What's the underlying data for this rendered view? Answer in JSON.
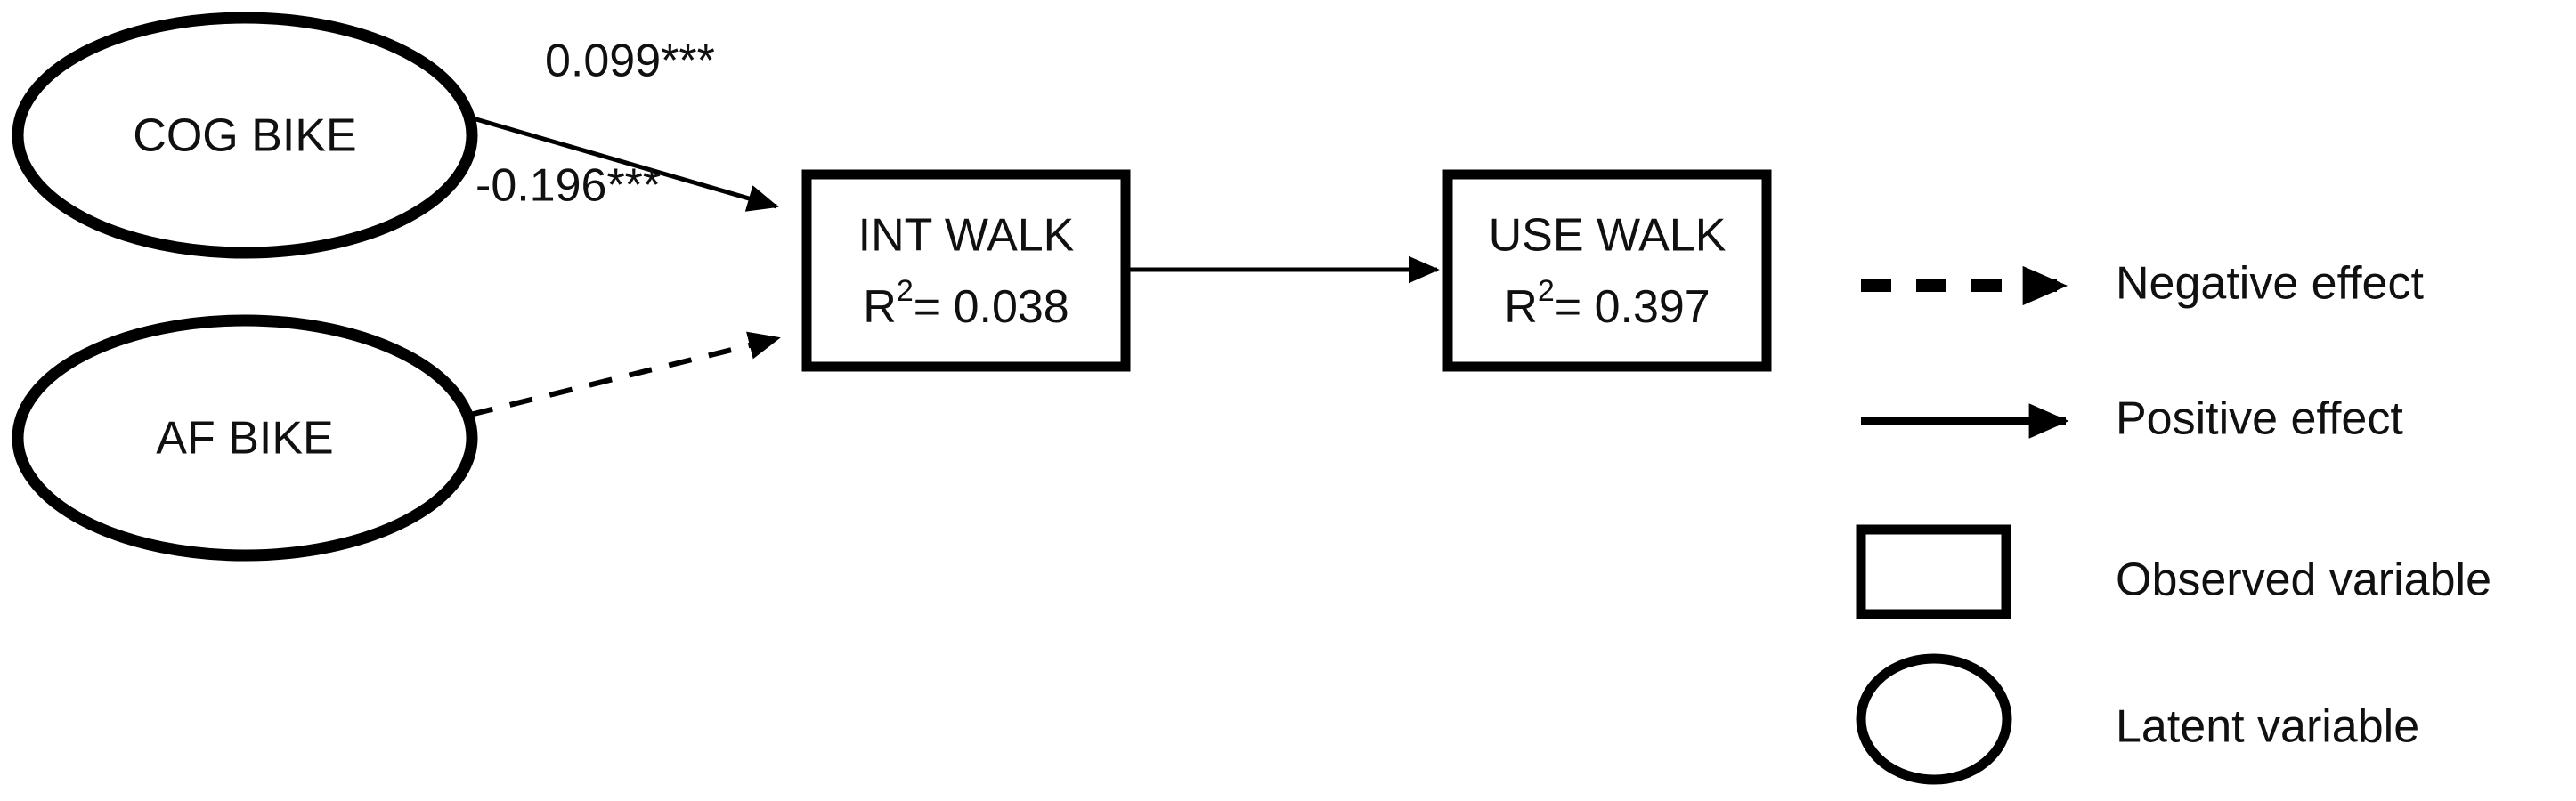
{
  "diagram": {
    "type": "path-diagram",
    "background_color": "#ffffff",
    "stroke_color": "#000000",
    "text_color": "#101010",
    "nodes": [
      {
        "id": "cog_bike",
        "kind": "latent",
        "shape": "ellipse",
        "label": "COG BIKE"
      },
      {
        "id": "af_bike",
        "kind": "latent",
        "shape": "ellipse",
        "label": "AF BIKE"
      },
      {
        "id": "int_walk",
        "kind": "observed",
        "shape": "rectangle",
        "label": "INT WALK",
        "r2_prefix": "R",
        "r2_exponent": "2",
        "r2_value": "= 0.038"
      },
      {
        "id": "use_walk",
        "kind": "observed",
        "shape": "rectangle",
        "label": "USE WALK",
        "r2_prefix": "R",
        "r2_exponent": "2",
        "r2_value": "= 0.397"
      }
    ],
    "edges": [
      {
        "id": "cog_to_int",
        "from": "cog_bike",
        "to": "int_walk",
        "coefficient": "0.099***",
        "sign": "positive",
        "style": "solid"
      },
      {
        "id": "af_to_int",
        "from": "af_bike",
        "to": "int_walk",
        "coefficient": "-0.196***",
        "sign": "negative",
        "style": "dashed"
      },
      {
        "id": "int_to_use",
        "from": "int_walk",
        "to": "use_walk",
        "coefficient": "",
        "sign": "positive",
        "style": "solid"
      }
    ]
  },
  "legend": {
    "items": [
      {
        "id": "negative-effect",
        "glyph": "dashed-arrow-icon",
        "label": "Negative effect"
      },
      {
        "id": "positive-effect",
        "glyph": "solid-arrow-icon",
        "label": "Positive effect"
      },
      {
        "id": "observed-variable",
        "glyph": "rectangle-icon",
        "label": "Observed variable"
      },
      {
        "id": "latent-variable",
        "glyph": "ellipse-icon",
        "label": "Latent variable"
      }
    ]
  }
}
